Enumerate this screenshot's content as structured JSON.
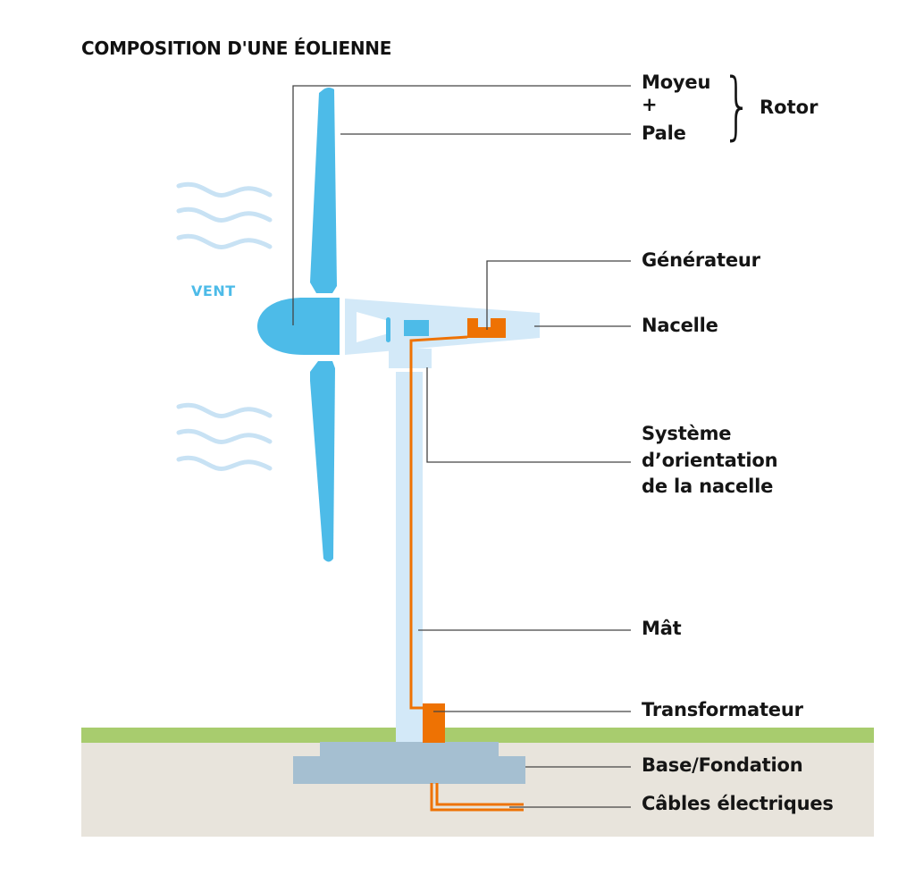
{
  "title": "COMPOSITION D'UNE ÉOLIENNE",
  "wind_label": "VENT",
  "labels": {
    "moyeu": "Moyeu",
    "plus": "+",
    "pale": "Pale",
    "rotor": "Rotor",
    "generateur": "Générateur",
    "nacelle": "Nacelle",
    "systeme_line1": "Système",
    "systeme_line2": "d’orientation",
    "systeme_line3": "de la nacelle",
    "mat": "Mât",
    "transformateur": "Transformateur",
    "base": "Base/Fondation",
    "cables": "Câbles électriques"
  },
  "colors": {
    "blade": "#4dbbe8",
    "nacelle": "#d3e9f8",
    "wind": "#c8e2f4",
    "orange": "#ee7203",
    "ground_grass": "#a8cc6e",
    "ground_soil": "#e8e4dc",
    "foundation": "#a5bfd1",
    "leader": "#444444",
    "text": "#151515"
  }
}
